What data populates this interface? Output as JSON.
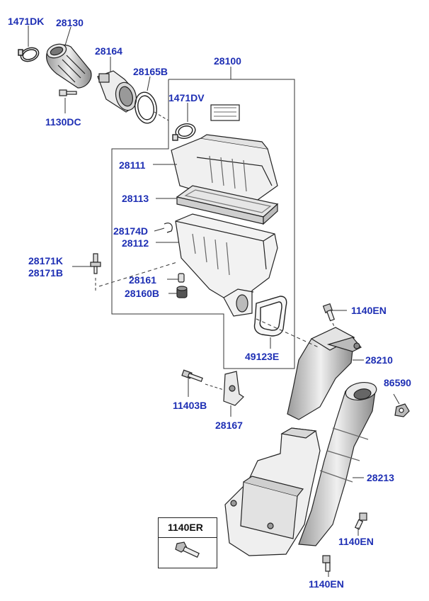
{
  "labels": {
    "p1471DK": "1471DK",
    "p28130": "28130",
    "p28164": "28164",
    "p28165B": "28165B",
    "p28100": "28100",
    "p1471DV": "1471DV",
    "p1130DC": "1130DC",
    "p28111": "28111",
    "p28113": "28113",
    "p28174D": "28174D",
    "p28112": "28112",
    "p28171K": "28171K",
    "p28171B": "28171B",
    "p28161": "28161",
    "p28160B": "28160B",
    "p1140EN_a": "1140EN",
    "p28210": "28210",
    "p49123E": "49123E",
    "p86590": "86590",
    "p11403B": "11403B",
    "p28167": "28167",
    "p28213": "28213",
    "p1140ER": "1140ER",
    "p1140EN_b": "1140EN",
    "p1140EN_c": "1140EN"
  },
  "colors": {
    "label": "#1e2fb4",
    "line": "#222222",
    "part_fill": "#f4f4f4",
    "part_shade": "#bdbdbd"
  }
}
